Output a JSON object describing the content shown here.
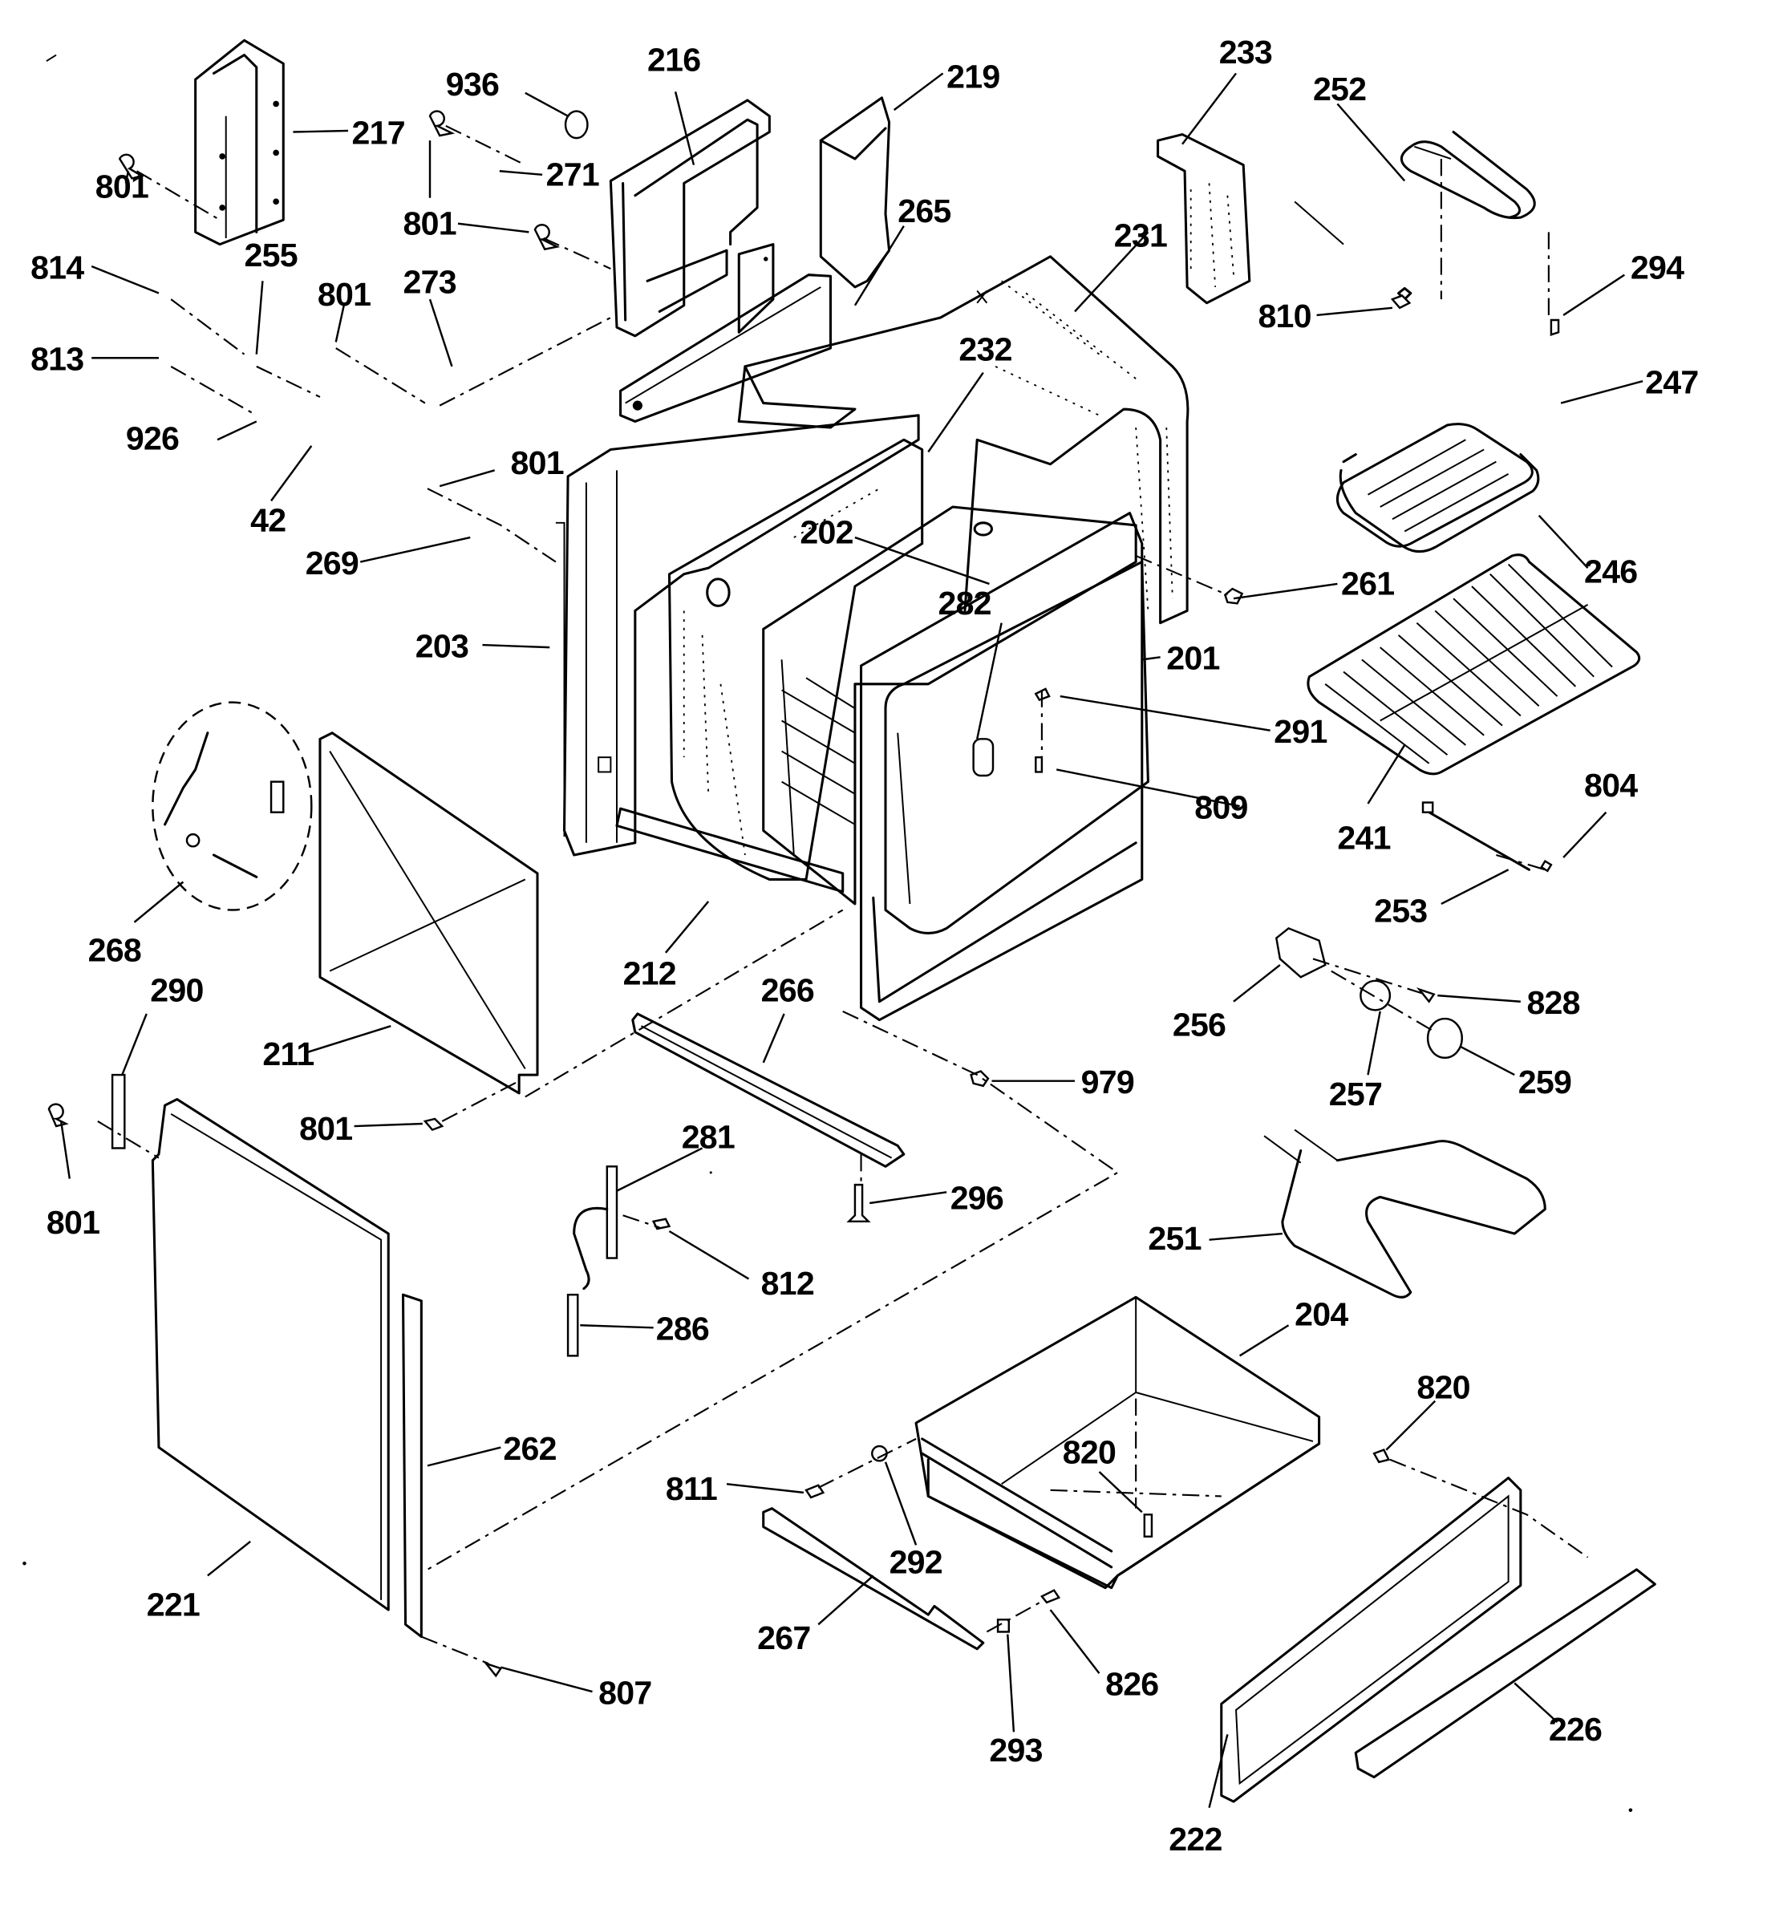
{
  "title": "Oven body exploded parts diagram",
  "colors": {
    "ink": "#000000",
    "paper": "#ffffff"
  },
  "labels": {
    "p801_a": "801",
    "p217": "217",
    "p936": "936",
    "p271": "271",
    "p801_b": "801",
    "p216": "216",
    "p219": "219",
    "p265": "265",
    "p233": "233",
    "p252": "252",
    "p231": "231",
    "p294": "294",
    "p810": "810",
    "p814": "814",
    "p255": "255",
    "p801_c": "801",
    "p273": "273",
    "p813": "813",
    "p926": "926",
    "p42": "42",
    "p232": "232",
    "p801_d": "801",
    "p247": "247",
    "p269": "269",
    "p246": "246",
    "p202": "202",
    "p282": "282",
    "p261": "261",
    "p203": "203",
    "p201": "201",
    "p291": "291",
    "p809": "809",
    "p241": "241",
    "p804": "804",
    "p268": "268",
    "p253": "253",
    "p212": "212",
    "p290": "290",
    "p266": "266",
    "p828": "828",
    "p256": "256",
    "p211": "211",
    "p979": "979",
    "p257": "257",
    "p259": "259",
    "p801_e": "801",
    "p281": "281",
    "p801_f": "801",
    "p296": "296",
    "p251": "251",
    "p812": "812",
    "p286": "286",
    "p204": "204",
    "p820_a": "820",
    "p262": "262",
    "p820_b": "820",
    "p811": "811",
    "p292": "292",
    "p221": "221",
    "p267": "267",
    "p826": "826",
    "p807": "807",
    "p293": "293",
    "p226": "226",
    "p222": "222"
  }
}
